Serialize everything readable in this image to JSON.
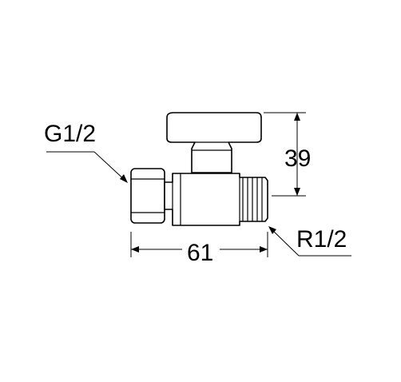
{
  "labels": {
    "inlet_thread": "G1/2",
    "outlet_thread": "R1/2",
    "length": "61",
    "height": "39"
  },
  "colors": {
    "line": "#000000",
    "background": "#ffffff"
  }
}
